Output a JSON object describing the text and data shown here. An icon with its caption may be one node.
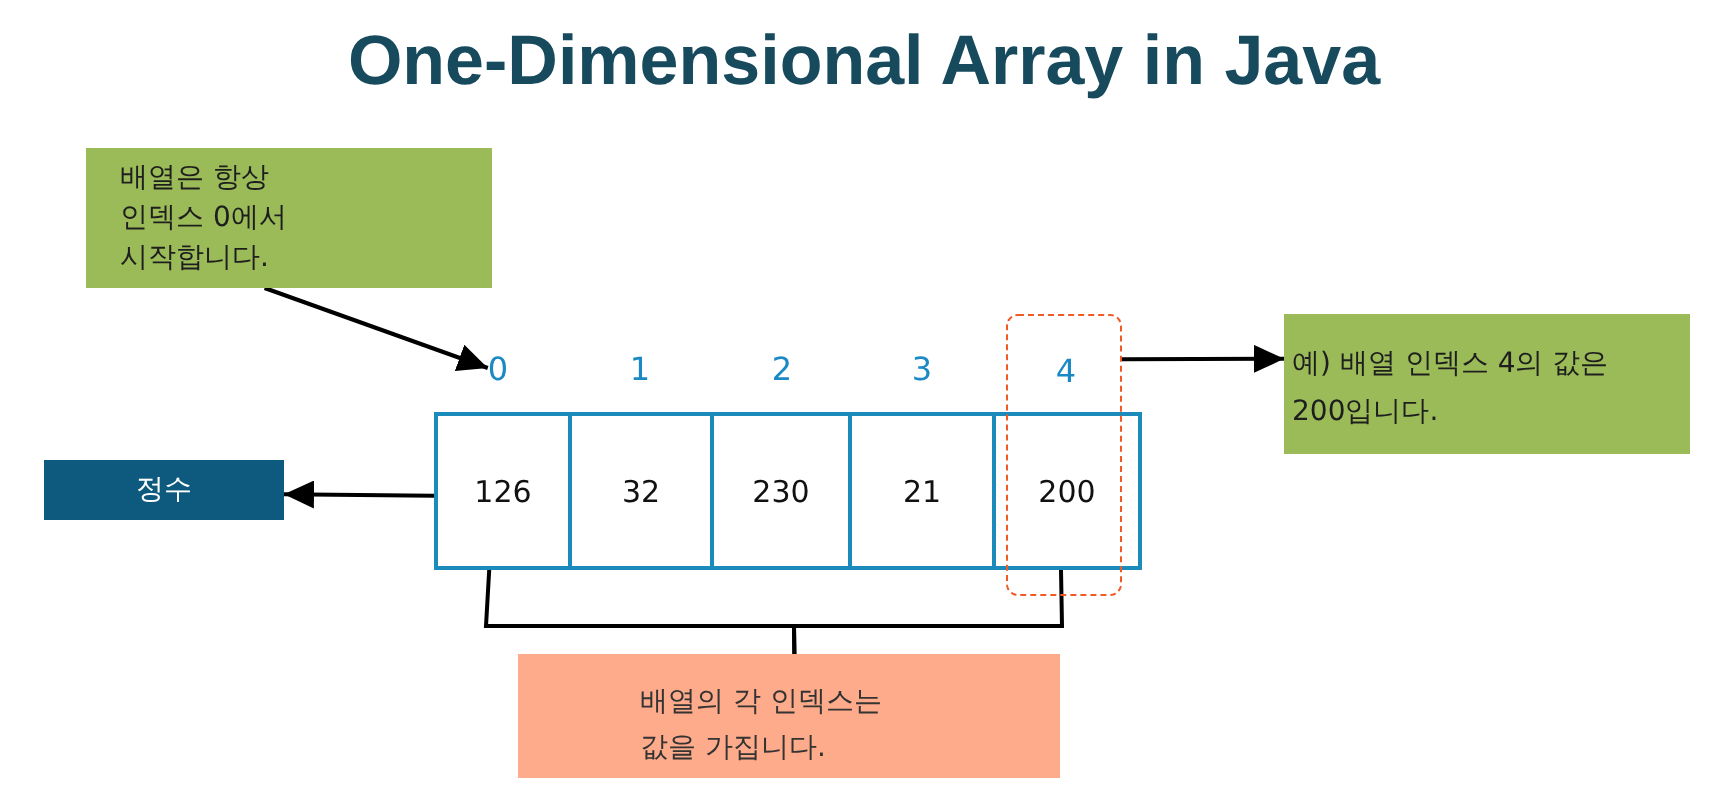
{
  "diagram": {
    "title": "One-Dimensional Array in Java",
    "nodes": [
      {
        "text": [
          "배열은 항상 인덱스 0에서 시작합니다."
        ]
      },
      {
        "text": [
          "0"
        ]
      },
      {
        "text": [
          "1"
        ]
      },
      {
        "text": [
          "2"
        ]
      },
      {
        "text": [
          "3"
        ]
      },
      {
        "text": [],
        "shape": "box"
      },
      {
        "text": [
          "4"
        ],
        "in": 5
      },
      {
        "text": [
          "예) 배열 인덱스 4의 값은 200입니다."
        ]
      },
      {
        "text": [
          "정수"
        ]
      },
      {
        "text": [
          "126"
        ]
      },
      {
        "text": [
          "32"
        ]
      },
      {
        "text": [
          "230"
        ]
      },
      {
        "text": [
          "21"
        ]
      },
      {
        "text": [
          "200"
        ]
      },
      {
        "text": [
          "배열의 각 인덱스는 값을 가집니다."
        ]
      }
    ],
    "edges": [
      {
        "from": 0,
        "to": 1,
        "arrow": "to"
      },
      {
        "from": 5,
        "to": 7,
        "arrow": "to"
      },
      {
        "from": 9,
        "to": 8,
        "arrow": "to"
      },
      {
        "from": 9,
        "to": 14,
        "arrow": "none"
      },
      {
        "from": 13,
        "to": 14,
        "arrow": "none"
      }
    ]
  }
}
